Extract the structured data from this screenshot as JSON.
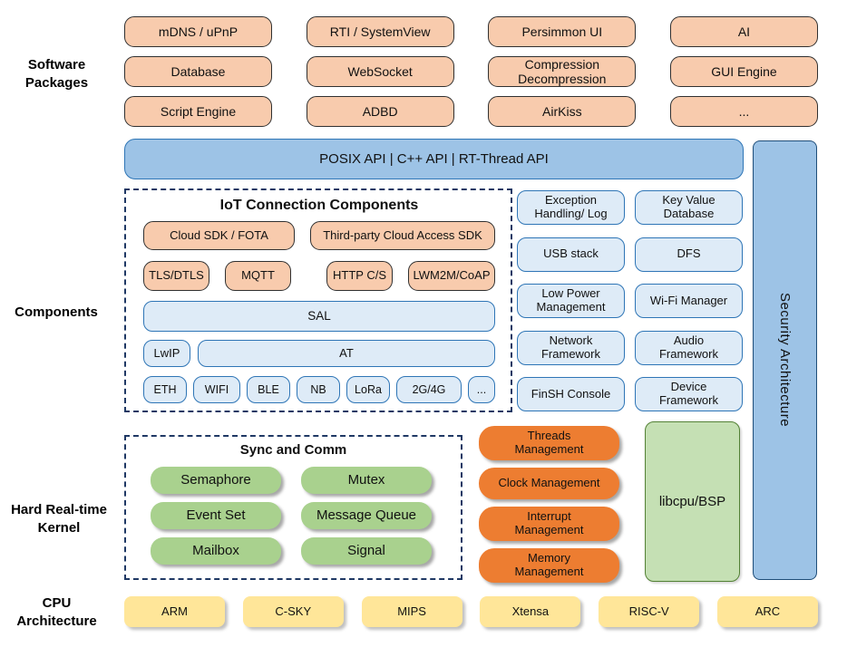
{
  "colors": {
    "package_fill": "#F8CBAD",
    "api_fill": "#9DC3E6",
    "component_fill": "#DEEBF7",
    "component_border": "#2E75B6",
    "dashed_border": "#1F3864",
    "sync_fill": "#A9D18E",
    "mgmt_fill": "#ED7D31",
    "libcpu_fill": "#C5E0B4",
    "libcpu_border": "#538135",
    "cpu_fill": "#FFE699"
  },
  "labels": {
    "software": "Software\nPackages",
    "components": "Components",
    "kernel": "Hard Real-time\nKernel",
    "cpu": "CPU\nArchitecture"
  },
  "software_packages": {
    "boxes": [
      "mDNS / uPnP",
      "RTI / SystemView",
      "Persimmon UI",
      "AI",
      "Database",
      "WebSocket",
      "Compression\nDecompression",
      "GUI Engine",
      "Script Engine",
      "ADBD",
      "AirKiss",
      "..."
    ]
  },
  "api_bar": {
    "label": "POSIX API | C++ API | RT-Thread API"
  },
  "security_bar": {
    "label": "Security Architecture"
  },
  "iot": {
    "title": "IoT Connection Components",
    "row1": [
      "Cloud SDK / FOTA",
      "Third-party Cloud Access SDK"
    ],
    "row2": [
      "TLS/DTLS",
      "MQTT",
      "HTTP C/S",
      "LWM2M/CoAP"
    ],
    "sal": "SAL",
    "row4": [
      "LwIP",
      "AT"
    ],
    "row5": [
      "ETH",
      "WIFI",
      "BLE",
      "NB",
      "LoRa",
      "2G/4G",
      "..."
    ]
  },
  "component_grid": [
    "Exception\nHandling/ Log",
    "Key Value\nDatabase",
    "USB stack",
    "DFS",
    "Low Power\nManagement",
    "Wi-Fi Manager",
    "Network\nFramework",
    "Audio\nFramework",
    "FinSH Console",
    "Device\nFramework"
  ],
  "kernel": {
    "sync_title": "Sync and Comm",
    "sync_boxes": [
      "Semaphore",
      "Mutex",
      "Event Set",
      "Message Queue",
      "Mailbox",
      "Signal"
    ],
    "mgmt_boxes": [
      "Threads\nManagement",
      "Clock Management",
      "Interrupt\nManagement",
      "Memory\nManagement"
    ],
    "libcpu": "libcpu/BSP"
  },
  "cpu_row": [
    "ARM",
    "C-SKY",
    "MIPS",
    "Xtensa",
    "RISC-V",
    "ARC"
  ]
}
